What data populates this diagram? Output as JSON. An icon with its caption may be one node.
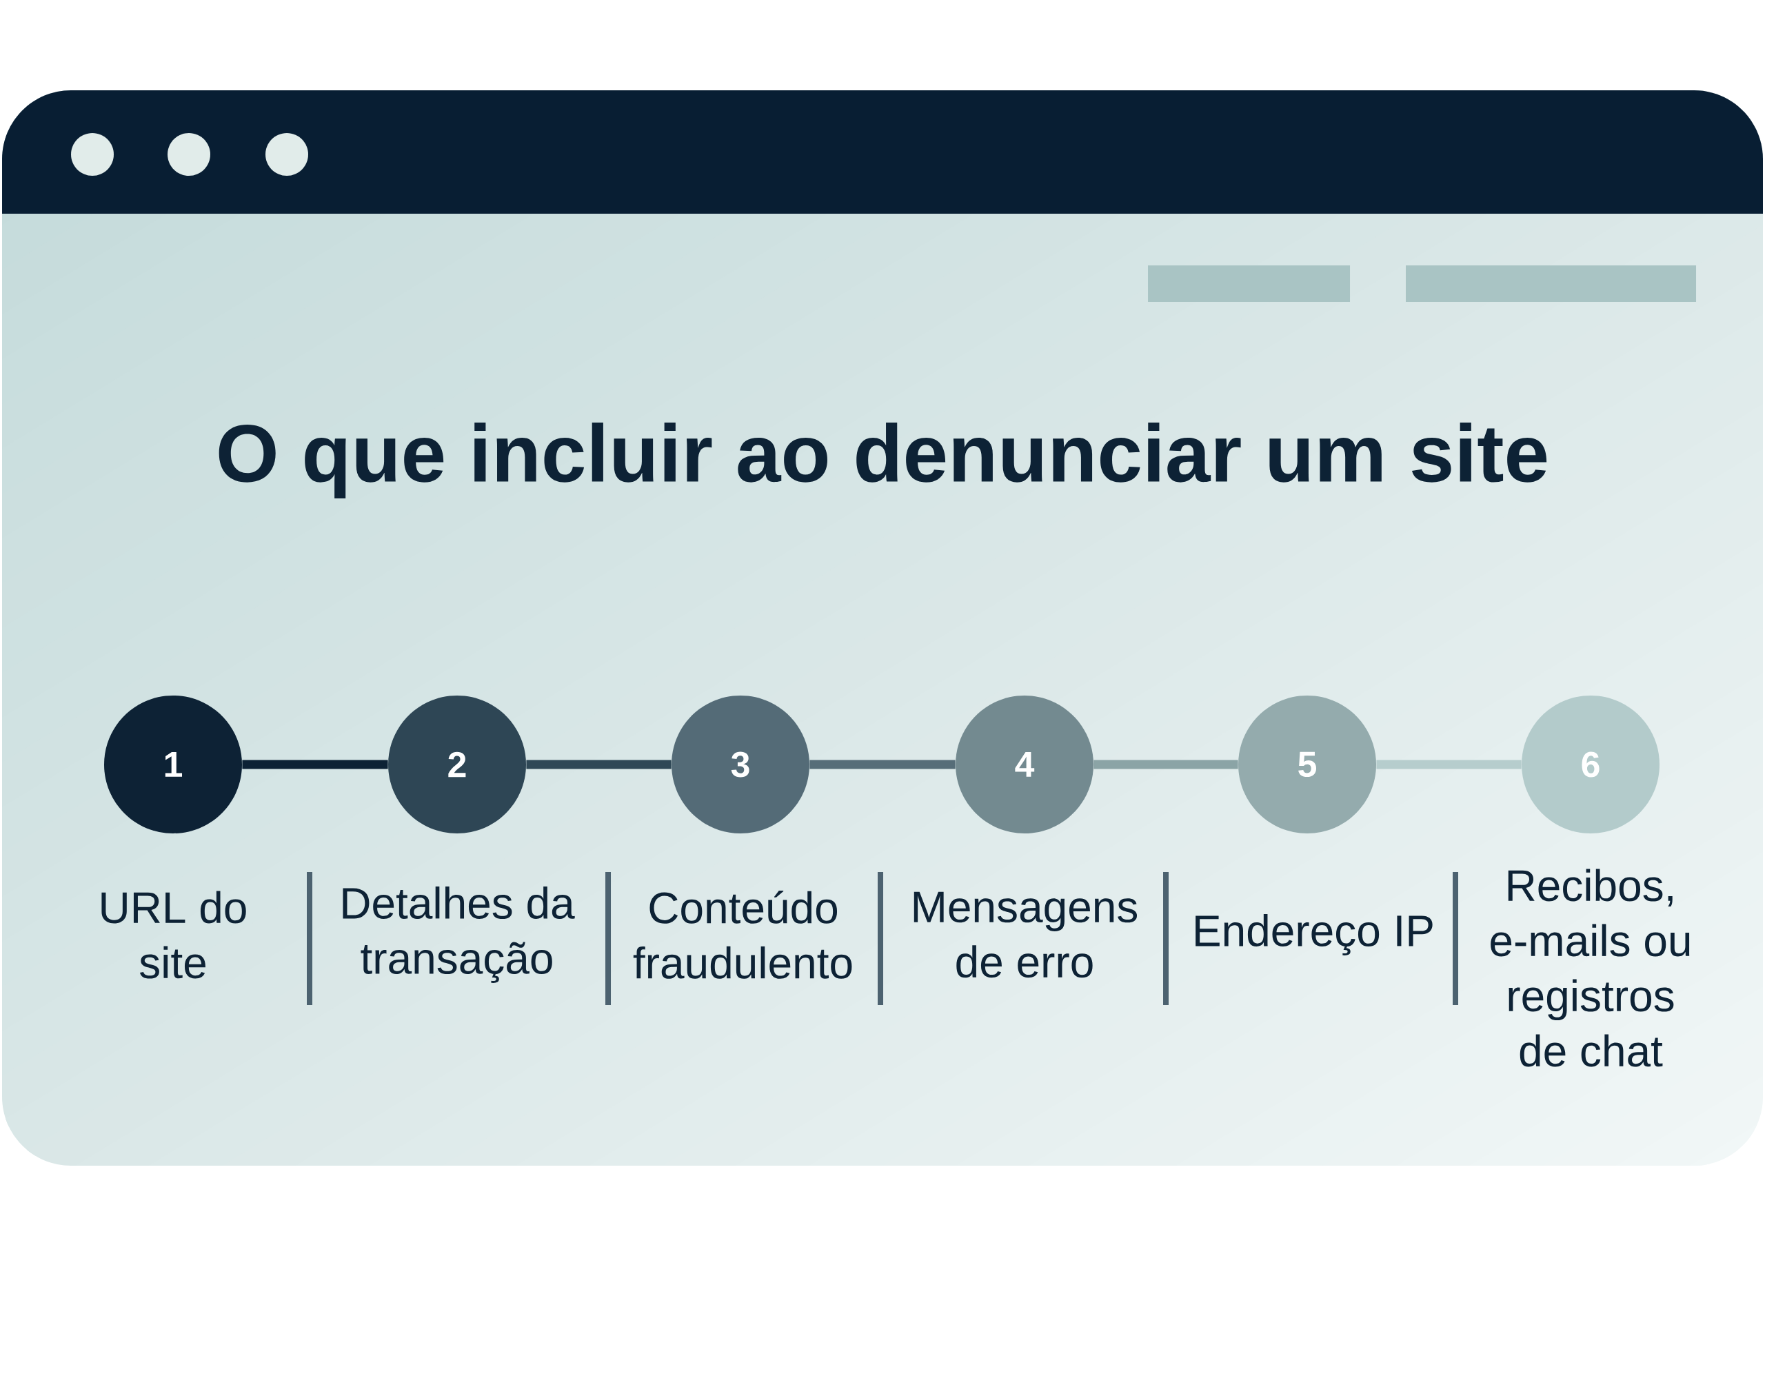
{
  "diagram": {
    "title": "O que incluir ao denunciar um site",
    "nodes": [
      {
        "text": [
          "1"
        ],
        "beside": [
          "URL do site"
        ]
      },
      {
        "text": [
          "2"
        ],
        "beside": [
          "Detalhes da transação"
        ]
      },
      {
        "text": [
          "3"
        ],
        "beside": [
          "Conteúdo fraudulento"
        ]
      },
      {
        "text": [
          "4"
        ],
        "beside": [
          "Mensagens de erro"
        ]
      },
      {
        "text": [
          "5"
        ],
        "beside": [
          "Endereço IP"
        ]
      },
      {
        "text": [
          "6"
        ],
        "beside": [
          "Recibos, e-mails ou registros de chat"
        ]
      }
    ],
    "edges": [
      {
        "from": 0,
        "to": 1,
        "arrow": "none",
        "color": "#0d2235"
      },
      {
        "from": 1,
        "to": 2,
        "arrow": "none",
        "color": "#2f4856"
      },
      {
        "from": 2,
        "to": 3,
        "arrow": "none",
        "color": "#566d78"
      },
      {
        "from": 3,
        "to": 4,
        "arrow": "none",
        "color": "#8ba4a6"
      },
      {
        "from": 4,
        "to": 5,
        "arrow": "none",
        "color": "#b6cdcd"
      }
    ]
  }
}
